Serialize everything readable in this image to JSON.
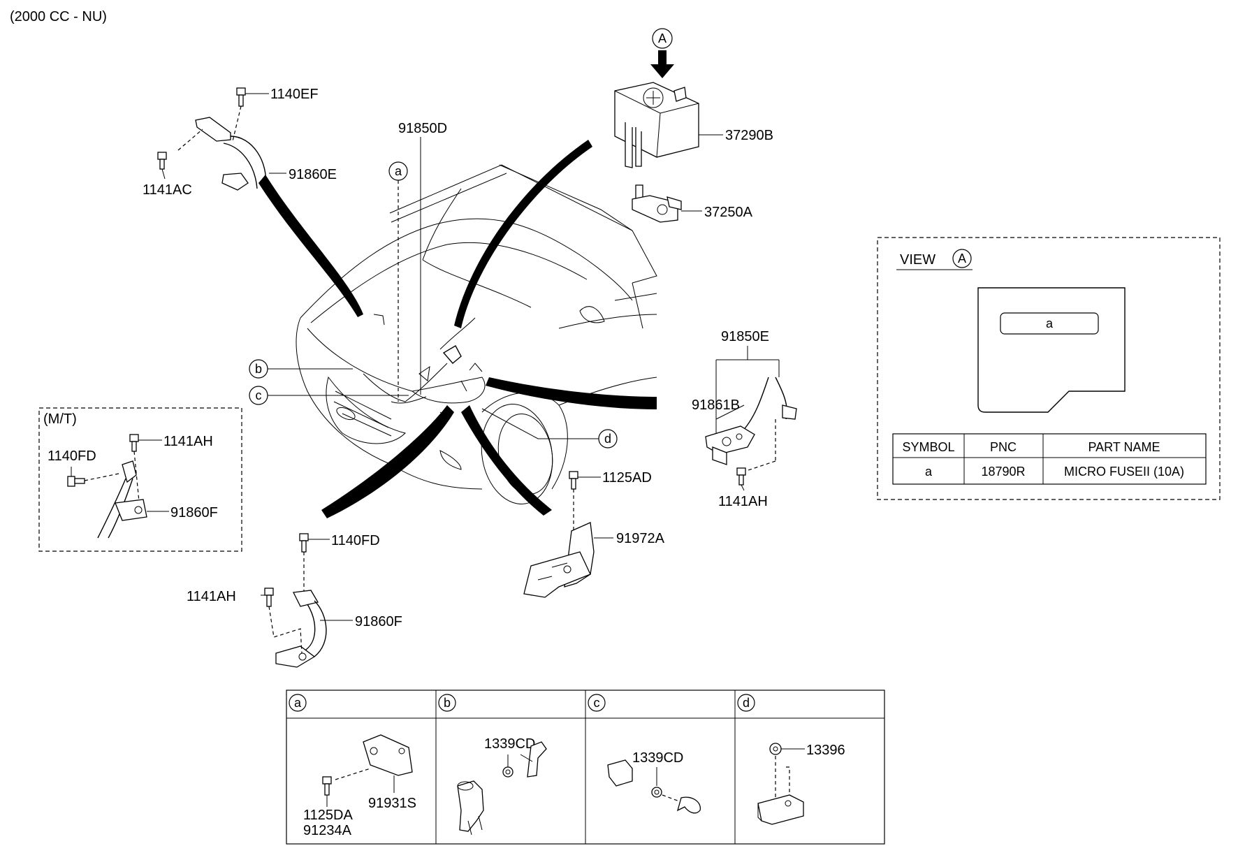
{
  "header": {
    "engine": "(2000 CC - NU)"
  },
  "parts": {
    "p1140EF": "1140EF",
    "p1141AC": "1141AC",
    "p91860E": "91860E",
    "p91850D": "91850D",
    "p37290B": "37290B",
    "p37250A": "37250A",
    "p91850E": "91850E",
    "p91861B": "91861B",
    "p1141AH_right": "1141AH",
    "p1125AD": "1125AD",
    "p91972A": "91972A",
    "p1140FD_bottom": "1140FD",
    "p1141AH_bottom": "1141AH",
    "p91860F_bottom": "91860F",
    "p1140FD_mt": "1140FD",
    "p1141AH_mt": "1141AH",
    "p91860F_mt": "91860F",
    "mt_label": "(M/T)"
  },
  "callouts": {
    "a": "a",
    "b": "b",
    "c": "c",
    "d": "d",
    "A": "A"
  },
  "view": {
    "title": "VIEW",
    "symbol_in_box": "a",
    "table": {
      "headers": [
        "SYMBOL",
        "PNC",
        "PART NAME"
      ],
      "rows": [
        [
          "a",
          "18790R",
          "MICRO FUSEII (10A)"
        ]
      ]
    }
  },
  "detail_table": {
    "panels": [
      {
        "symbol": "a",
        "labels": [
          "91931S",
          "1125DA",
          "91234A"
        ]
      },
      {
        "symbol": "b",
        "labels": [
          "1339CD"
        ]
      },
      {
        "symbol": "c",
        "labels": [
          "1339CD"
        ]
      },
      {
        "symbol": "d",
        "labels": [
          "13396"
        ]
      }
    ]
  }
}
